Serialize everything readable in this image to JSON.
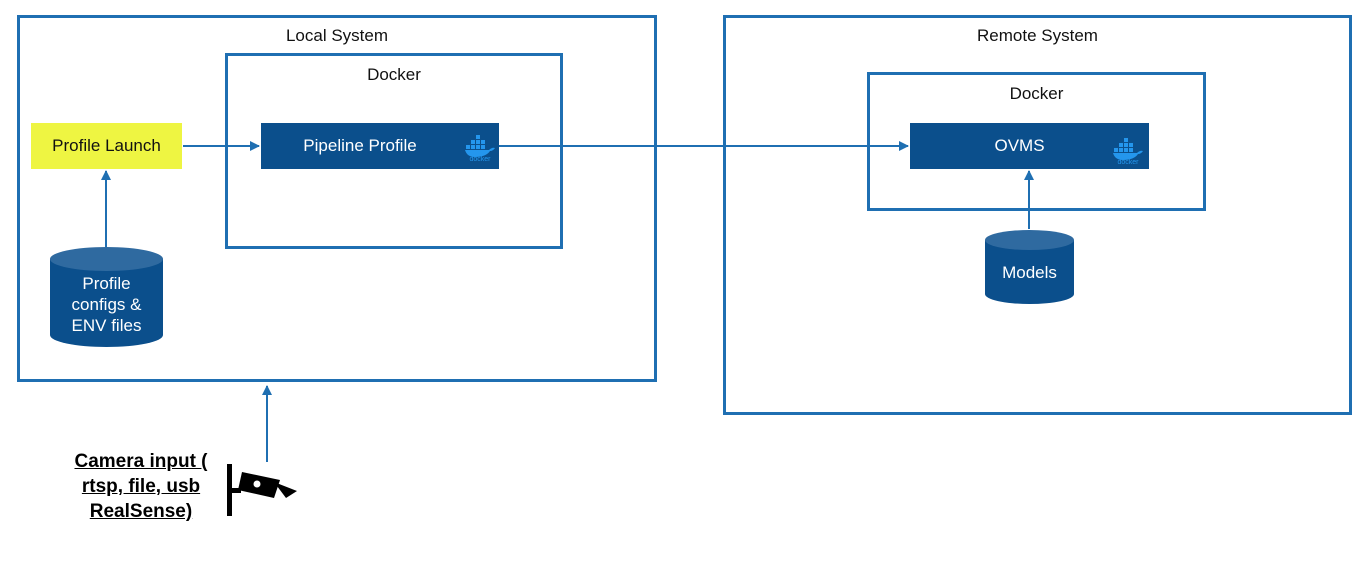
{
  "local_system": {
    "title": "Local System",
    "docker_title": "Docker"
  },
  "remote_system": {
    "title": "Remote System",
    "docker_title": "Docker"
  },
  "nodes": {
    "profile_launch": "Profile Launch",
    "pipeline_profile": "Pipeline Profile",
    "ovms": "OVMS",
    "profile_configs": [
      "Profile",
      "configs &",
      "ENV files"
    ],
    "models": "Models",
    "docker_logo_text": "docker"
  },
  "camera": {
    "lines": [
      "Camera input (",
      "rtsp, file, usb",
      "RealSense)"
    ]
  },
  "colors": {
    "frame": "#1f6fb2",
    "node": "#0b4f8c",
    "launch": "#eef542",
    "docker_logo": "#2496ed"
  }
}
